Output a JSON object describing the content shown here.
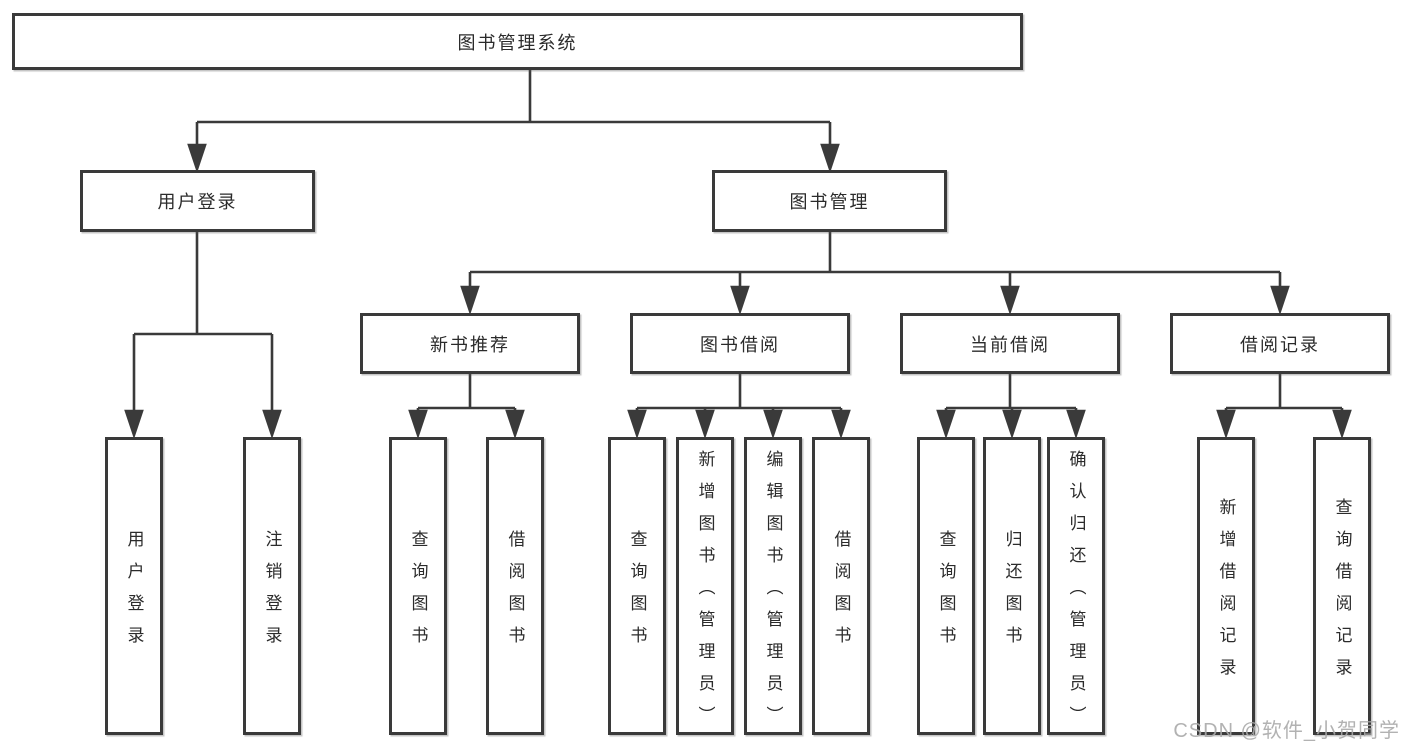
{
  "diagram": {
    "type": "hierarchy-diagram",
    "colors": {
      "line": "#3a3a3a",
      "box_border": "#3a3a3a",
      "text": "#2b2b2b",
      "watermark": "#aaaaaa",
      "background": "#ffffff"
    }
  },
  "tree": {
    "label": "图书管理系统",
    "children": [
      {
        "label": "用户登录",
        "children": [
          {
            "label": "用户登录"
          },
          {
            "label": "注销登录"
          }
        ]
      },
      {
        "label": "图书管理",
        "children": [
          {
            "label": "新书推荐",
            "children": [
              {
                "label": "查询图书"
              },
              {
                "label": "借阅图书"
              }
            ]
          },
          {
            "label": "图书借阅",
            "children": [
              {
                "label": "查询图书"
              },
              {
                "label": "新增图书（管理员）"
              },
              {
                "label": "编辑图书（管理员）"
              },
              {
                "label": "借阅图书"
              }
            ]
          },
          {
            "label": "当前借阅",
            "children": [
              {
                "label": "查询图书"
              },
              {
                "label": "归还图书"
              },
              {
                "label": "确认归还（管理员）"
              }
            ]
          },
          {
            "label": "借阅记录",
            "children": [
              {
                "label": "新增借阅记录"
              },
              {
                "label": "查询借阅记录"
              }
            ]
          }
        ]
      }
    ]
  },
  "watermark": {
    "text": "CSDN @软件_小贺同学"
  }
}
